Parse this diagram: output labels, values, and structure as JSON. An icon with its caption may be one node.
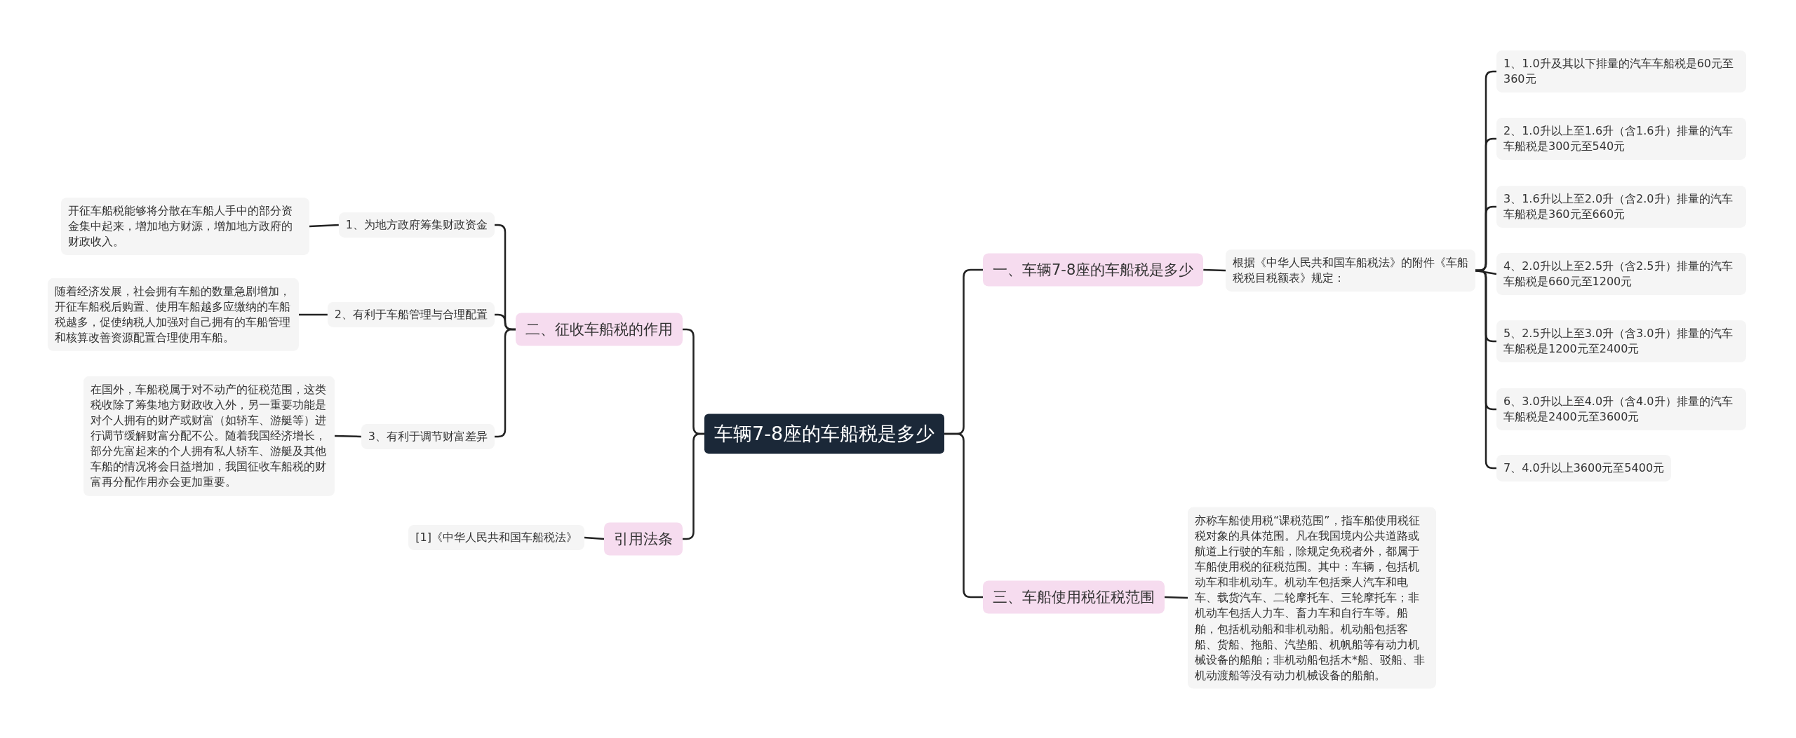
{
  "diagram": {
    "nodes": [
      {
        "text": [
          "车辆7-8座的车船税是多少"
        ]
      },
      {
        "text": [
          "一、车辆7-8座的车船税是多少"
        ]
      },
      {
        "text": [
          "根据《中华人民共和国车船税法》的附件《车船税税目税额表》规定："
        ]
      },
      {
        "text": [
          "1、1.0升及其以下排量的汽车车船税是60元至360元"
        ]
      },
      {
        "text": [
          "2、1.0升以上至1.6升（含1.6升）排量的汽车车船税是300元至540元"
        ]
      },
      {
        "text": [
          "3、1.6升以上至2.0升（含2.0升）排量的汽车车船税是360元至660元"
        ]
      },
      {
        "text": [
          "4、2.0升以上至2.5升（含2.5升）排量的汽车车船税是660元至1200元"
        ]
      },
      {
        "text": [
          "5、2.5升以上至3.0升（含3.0升）排量的汽车车船税是1200元至2400元"
        ]
      },
      {
        "text": [
          "6、3.0升以上至4.0升（含4.0升）排量的汽车车船税是2400元至3600元"
        ]
      },
      {
        "text": [
          "7、4.0升以上3600元至5400元"
        ]
      },
      {
        "text": [
          "三、车船使用税征税范围"
        ]
      },
      {
        "text": [
          "亦称车船使用税“课税范围”，指车船使用税征税对象的具体范围。凡在我国境内公共道路或航道上行驶的车船，除规定免税者外，都属于车船使用税的征税范围。其中：车辆，包括机动车和非机动车。机动车包括乘人汽车和电车、载货汽车、二轮摩托车、三轮摩托车；非机动车包括人力车、畜力车和自行车等。船舶，包括机动船和非机动船。机动船包括客船、货船、拖船、汽垫船、机帆船等有动力机械设备的船舶；非机动船包括木*船、驳船、非机动渡船等没有动力机械设备的船舶。"
        ]
      },
      {
        "text": [
          "二、征收车船税的作用"
        ]
      },
      {
        "text": [
          "1、为地方政府筹集财政资金"
        ]
      },
      {
        "text": [
          "开征车船税能够将分散在车船人手中的部分资金集中起来，增加地方财源，增加地方政府的财政收入。"
        ]
      },
      {
        "text": [
          "2、有利于车船管理与合理配置"
        ]
      },
      {
        "text": [
          "随着经济发展，社会拥有车船的数量急剧增加，开征车船税后购置、使用车船越多应缴纳的车船税越多，促使纳税人加强对自己拥有的车船管理和核算改善资源配置合理使用车船。"
        ]
      },
      {
        "text": [
          "3、有利于调节财富差异"
        ]
      },
      {
        "text": [
          "在国外，车船税属于对不动产的征税范围，这类税收除了筹集地方财政收入外，另一重要功能是对个人拥有的财产或财富（如轿车、游艇等）进行调节缓解财富分配不公。随着我国经济增长，部分先富起来的个人拥有私人轿车、游艇及其他车船的情况将会日益增加，我国征收车船税的财富再分配作用亦会更加重要。"
        ]
      },
      {
        "text": [
          "引用法条"
        ]
      },
      {
        "text": [
          "[1]《中华人民共和国车船税法》"
        ]
      }
    ],
    "edges": [
      {
        "from": 0,
        "to": 1,
        "arrow": "none"
      },
      {
        "from": 1,
        "to": 2,
        "arrow": "none"
      },
      {
        "from": 2,
        "to": 3,
        "arrow": "none"
      },
      {
        "from": 2,
        "to": 4,
        "arrow": "none"
      },
      {
        "from": 2,
        "to": 5,
        "arrow": "none"
      },
      {
        "from": 2,
        "to": 6,
        "arrow": "none"
      },
      {
        "from": 2,
        "to": 7,
        "arrow": "none"
      },
      {
        "from": 2,
        "to": 8,
        "arrow": "none"
      },
      {
        "from": 2,
        "to": 9,
        "arrow": "none"
      },
      {
        "from": 0,
        "to": 10,
        "arrow": "none"
      },
      {
        "from": 10,
        "to": 11,
        "arrow": "none"
      },
      {
        "from": 0,
        "to": 12,
        "arrow": "none"
      },
      {
        "from": 12,
        "to": 13,
        "arrow": "none"
      },
      {
        "from": 13,
        "to": 14,
        "arrow": "none"
      },
      {
        "from": 12,
        "to": 15,
        "arrow": "none"
      },
      {
        "from": 15,
        "to": 16,
        "arrow": "none"
      },
      {
        "from": 12,
        "to": 17,
        "arrow": "none"
      },
      {
        "from": 17,
        "to": 18,
        "arrow": "none"
      },
      {
        "from": 0,
        "to": 19,
        "arrow": "none"
      },
      {
        "from": 19,
        "to": 20,
        "arrow": "none"
      }
    ]
  }
}
